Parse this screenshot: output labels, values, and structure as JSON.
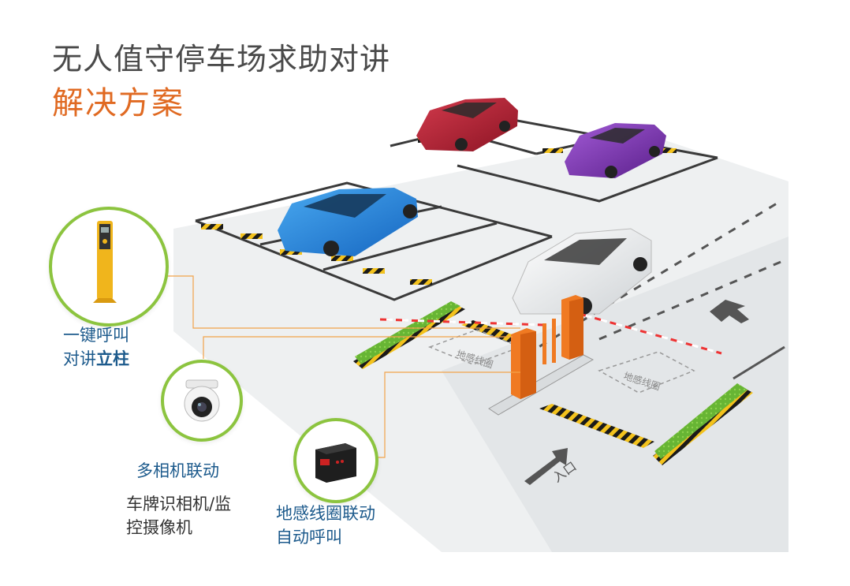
{
  "title": {
    "line1": "无人值守停车场求助对讲",
    "line2": "解决方案"
  },
  "floor_labels": {
    "loop_1": "地感线圈",
    "loop_2": "地感线圈",
    "entrance": "入口"
  },
  "callouts": {
    "pillar": {
      "line1": "一键呼叫",
      "line2a": "对讲",
      "line2b": "立柱"
    },
    "camera": {
      "label": "多相机联动",
      "sub1": "车牌识相机/监",
      "sub2": "控摄像机"
    },
    "loop": {
      "line1": "地感线圈联动",
      "line2": "自动呼叫"
    }
  },
  "colors": {
    "accent": "#e06a22",
    "title": "#4a4a4a",
    "label": "#1c5a8c",
    "circle_border": "#8cc43f",
    "leader": "#f2a24a",
    "barrier": "#f07a22",
    "grass": "#6fbf3a"
  },
  "icons": [
    "help-pillar-icon",
    "dome-camera-icon",
    "loop-detector-icon",
    "car-icon",
    "barrier-gate-icon"
  ]
}
